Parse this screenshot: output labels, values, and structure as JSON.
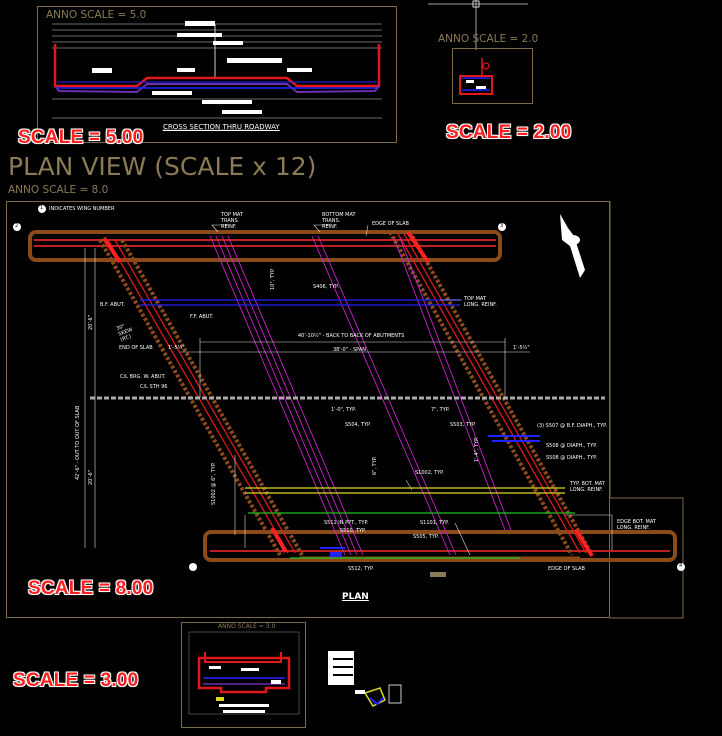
{
  "viewports": {
    "top_left": {
      "anno_scale": "ANNO SCALE = 5.0",
      "caption": "CROSS SECTION THRU ROADWAY",
      "scale_label": "SCALE = 5.00"
    },
    "top_right": {
      "anno_scale": "ANNO SCALE = 2.0",
      "scale_label": "SCALE = 2.00"
    },
    "plan": {
      "title": "PLAN VIEW (SCALE x 12)",
      "anno_scale": "ANNO SCALE = 8.0",
      "scale_label": "SCALE = 8.00",
      "caption": "PLAN",
      "legend_note": "INDICATES WING NUMBER",
      "wing_numbers": [
        "1",
        "2",
        "3",
        "4"
      ],
      "labels": {
        "top_mat_trans": "TOP MAT TRANS. REINF.",
        "bottom_mat_trans": "BOTTOM MAT TRANS. REINF.",
        "edge_of_slab_top": "EDGE OF SLAB",
        "top_mat_long": "TOP MAT LONG. REINF.",
        "bf_abut": "B.F. ABUT.",
        "ff_abut": "F.F. ABUT.",
        "end_of_slab": "END OF SLAB",
        "cl_brg": "C/L BRG. W. ABUT.",
        "ca_sth": "C/L STH 96",
        "back_to_back": "40'-10½\" - BACK TO BACK OF ABUTMENTS",
        "span": "38'-0\" - SPAN",
        "s406": "S406, TYP.",
        "s504": "S504, TYP.",
        "s503": "S503, TYP.",
        "s507": "(3) S507 @ B.F. DIAPH., TYP.",
        "s508a": "S508 @ DIAPH., TYP.",
        "s508b": "S508 @ DIAPH., TYP.",
        "s1002": "S1002, TYP.",
        "typ_bot_mat": "TYP. BOT. MAT LONG. REINF.",
        "s1101": "S1101, TYP.",
        "s511": "S511 IN PPT., TYP.",
        "s510": "S510, TYP.",
        "s505": "S505, TYP.",
        "s512": "S512, TYP.",
        "edge_of_slab_bot": "EDGE OF SLAB",
        "edge_bot_mat": "EDGE BOT. MAT LONG. REINF.",
        "dim_1_0_typ": "1'-0\", TYP.",
        "dim_7_typ": "7\", TYP.",
        "dim_1_5_left": "1'-5½\"",
        "dim_1_5_right": "1'-5½\"",
        "dim_10_typ": "10\", TYP.",
        "dim_6_typ": "6\", TYP.",
        "dim_1_4_typ": "1'-4\", TYP.",
        "dim_42": "42'-6\" - OUT TO OUT OF SLAB",
        "dim_20a": "20'-6\"",
        "dim_20b": "20'-6\"",
        "dim_s1002": "S1002 @ 6\", TYP.",
        "skew_angle": "30° SKEW (RT.)"
      }
    },
    "bottom": {
      "anno_scale": "ANNO SCALE = 3.0",
      "scale_label": "SCALE = 3.00"
    }
  },
  "colors": {
    "viewport_border": "#7a6a45",
    "slab_brown": "#8b4a1a",
    "rebar_red": "#e01818",
    "rebar_magenta": "#d020d0",
    "rebar_blue": "#2222ff",
    "rebar_yellow": "#d8d820",
    "rebar_green": "#20c020",
    "scale_red": "#ff1f1f"
  }
}
